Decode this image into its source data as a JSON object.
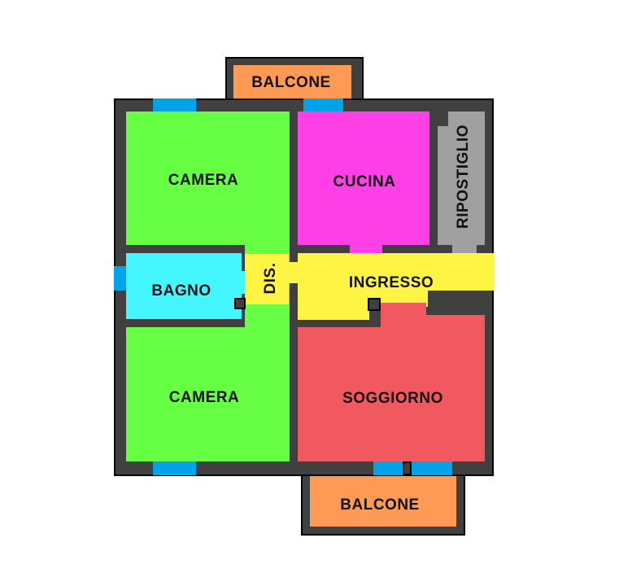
{
  "floorplan": {
    "colors": {
      "wall": "#404040",
      "wall_outline": "#000000",
      "window": "#00a2e8",
      "camera": "#66ff44",
      "cucina": "#ff40e6",
      "ripostiglio": "#a0a0a0",
      "bagno": "#44f6ff",
      "disimpegno": "#fff344",
      "ingresso": "#fff344",
      "soggiorno": "#f25860",
      "balcone": "#ff9a55"
    },
    "rooms": {
      "balcone_top": {
        "label": "BALCONE"
      },
      "camera_top": {
        "label": "CAMERA"
      },
      "cucina": {
        "label": "CUCINA"
      },
      "ripostiglio": {
        "label": "RIPOSTIGLIO"
      },
      "bagno": {
        "label": "BAGNO"
      },
      "disimpegno": {
        "label": "DIS."
      },
      "ingresso": {
        "label": "INGRESSO"
      },
      "camera_bottom": {
        "label": "CAMERA"
      },
      "soggiorno": {
        "label": "SOGGIORNO"
      },
      "balcone_bottom": {
        "label": "BALCONE"
      }
    }
  }
}
